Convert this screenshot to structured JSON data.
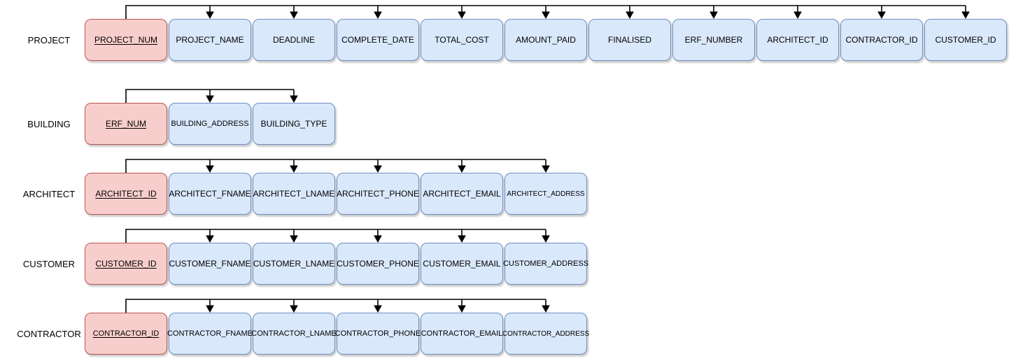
{
  "diagram_type": "functional-dependency-diagram",
  "colors": {
    "pk_fill": "#f8cecc",
    "pk_border": "#b85450",
    "attr_fill": "#dae8fc",
    "attr_border": "#6c8ebf",
    "arrow": "#000000",
    "background": "#ffffff",
    "text": "#000000"
  },
  "tables": [
    {
      "name": "PROJECT",
      "primary_key": "PROJECT_NUM",
      "attributes": [
        "PROJECT_NAME",
        "DEADLINE",
        "COMPLETE_DATE",
        "TOTAL_COST",
        "AMOUNT_PAID",
        "FINALISED",
        "ERF_NUMBER",
        "ARCHITECT_ID",
        "CONTRACTOR_ID",
        "CUSTOMER_ID"
      ]
    },
    {
      "name": "BUILDING",
      "primary_key": "ERF_NUM",
      "attributes": [
        "BUILDING_ADDRESS",
        "BUILDING_TYPE"
      ]
    },
    {
      "name": "ARCHITECT",
      "primary_key": "ARCHITECT_ID",
      "attributes": [
        "ARCHITECT_FNAME",
        "ARCHITECT_LNAME",
        "ARCHITECT_PHONE",
        "ARCHITECT_EMAIL",
        "ARCHITECT_ADDRESS"
      ]
    },
    {
      "name": "CUSTOMER",
      "primary_key": "CUSTOMER_ID",
      "attributes": [
        "CUSTOMER_FNAME",
        "CUSTOMER_LNAME",
        "CUSTOMER_PHONE",
        "CUSTOMER_EMAIL",
        "CUSTOMER_ADDRESS"
      ]
    },
    {
      "name": "CONTRACTOR",
      "primary_key": "CONTRACTOR_ID",
      "attributes": [
        "CONTRACTOR_FNAME",
        "CONTRACTOR_LNAME",
        "CONTRACTOR_PHONE",
        "CONTRACTOR_EMAIL",
        "CONTRACTOR_ADDRESS"
      ]
    }
  ]
}
